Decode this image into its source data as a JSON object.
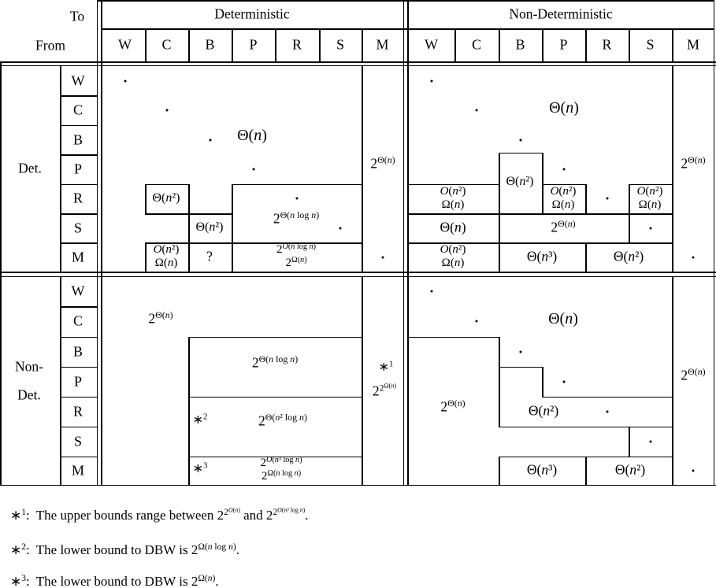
{
  "header": {
    "to": "To",
    "from": "From",
    "group_det": "Deterministic",
    "group_nondet": "Non-Deterministic",
    "col_letters": [
      "W",
      "C",
      "B",
      "P",
      "R",
      "S",
      "M"
    ],
    "row_letters": [
      "W",
      "C",
      "B",
      "P",
      "R",
      "S",
      "M"
    ]
  },
  "row_groups": {
    "top": "Det.",
    "bottom_line1": "Non-",
    "bottom_line2": "Det."
  },
  "cells": {
    "det_to_det": {
      "big": "Θ(n)",
      "r_c": "Θ(n²)",
      "s_b": "Θ(n²)",
      "rs_ps_box": "2^{Θ(n log n)}",
      "m_c": [
        "O(n²)",
        "Ω(n)"
      ],
      "m_b": "?",
      "m_ps": [
        "2^{O(n log n)}",
        "2^{Ω(n)}"
      ],
      "col_m": "2^{Θ(n)}"
    },
    "det_to_nondet": {
      "big": "Θ(n)",
      "b_pr_box": "Θ(n²)",
      "r_wc": [
        "O(n²)",
        "Ω(n)"
      ],
      "r_p": [
        "O(n²)",
        "Ω(n)"
      ],
      "r_s": [
        "O(n²)",
        "Ω(n)"
      ],
      "s_wc": "Θ(n)",
      "s_br": "2^{Θ(n)}",
      "m_wc": [
        "O(n²)",
        "Ω(n)"
      ],
      "m_bp": "Θ(n³)",
      "m_rs": "Θ(n²)",
      "col_m": "2^{Θ(n)}"
    },
    "nondet_to_det": {
      "big": "2^{Θ(n)}",
      "box_bp": "2^{Θ(n log n)}",
      "box_rs_mark": "∗^{2}",
      "box_rs": "2^{Θ(n² log n)}",
      "box_m_mark": "∗^{3}",
      "box_m": [
        "2^{O(n³ log n)}",
        "2^{Ω(n log n)}"
      ],
      "col_m_mark": "∗^{1}",
      "col_m": "2^{2^{Ω(n)}}"
    },
    "nondet_to_nondet": {
      "big": "Θ(n)",
      "left": "2^{Θ(n)}",
      "mid": "Θ(n²)",
      "m_bp": "Θ(n³)",
      "m_rs": "Θ(n²)",
      "col_m": "2^{Θ(n)}"
    }
  },
  "footnotes": [
    {
      "marker": "∗^{1}:",
      "text1": "The upper bounds range between ",
      "math1": "2^{2^{O(n)}}",
      "text2": " and ",
      "math2": "2^{2^{O(n³ log n)}}",
      "text3": "."
    },
    {
      "marker": "∗^{2}:",
      "text1": "The lower bound to DBW is ",
      "math1": "2^{Ω(n log n)}",
      "text3": "."
    },
    {
      "marker": "∗^{3}:",
      "text1": "The lower bound to DBW is ",
      "math1": "2^{Ω(n)}",
      "text3": "."
    }
  ]
}
